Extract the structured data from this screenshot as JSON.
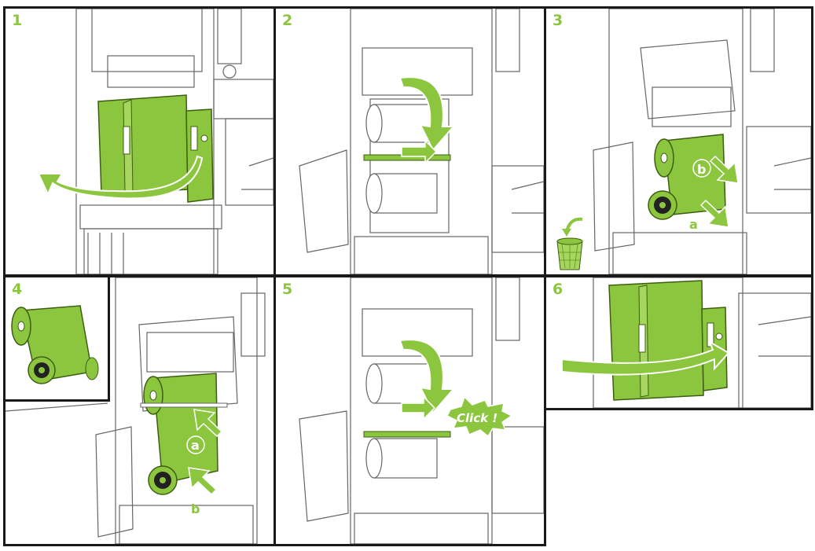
{
  "colors": {
    "accent": "#8cc63f",
    "accent_dark": "#5f8f1f",
    "line": "#555555",
    "frame": "#1a1a1a"
  },
  "steps": [
    {
      "number": "1"
    },
    {
      "number": "2"
    },
    {
      "number": "3",
      "labels": {
        "a": "a",
        "b": "b"
      },
      "icon": "trash-bin-icon"
    },
    {
      "number": "4",
      "labels": {
        "a": "a",
        "b": "b"
      },
      "inset_icon": "ink-ribbon-icon"
    },
    {
      "number": "5",
      "callout": "Click !"
    },
    {
      "number": "6"
    }
  ]
}
